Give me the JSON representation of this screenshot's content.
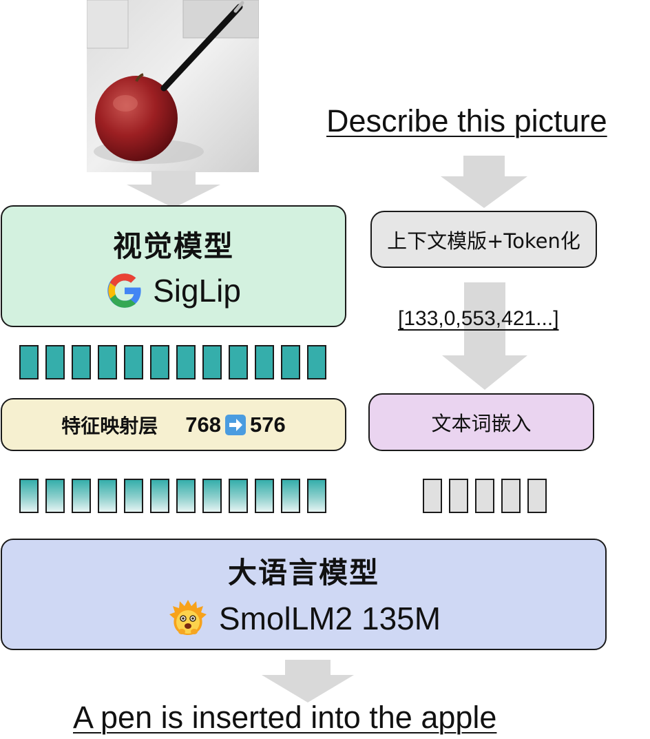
{
  "prompt_text": "Describe this picture",
  "vision_model": {
    "title": "视觉模型",
    "name": "SigLip",
    "logo_icon": "google-g-icon",
    "color": "#d3f1df"
  },
  "template_box": {
    "label": "上下文模版+Token化",
    "color": "#e6e6e6"
  },
  "token_ids": "[133,0,553,421...]",
  "projection": {
    "label": "特征映射层",
    "from_dim": "768",
    "to_dim": "576",
    "arrow_icon": "right-arrow-emoji-icon",
    "color": "#f6f0d0"
  },
  "text_embedding": {
    "label": "文本词嵌入",
    "color": "#ead4f0"
  },
  "llm": {
    "title": "大语言模型",
    "name": "SmolLM2 135M",
    "logo_icon": "smollm-flame-face-icon",
    "color": "#cfd8f4"
  },
  "output_text": "A pen is inserted into the apple",
  "image_tokens_count": 12,
  "text_tokens_count": 5
}
